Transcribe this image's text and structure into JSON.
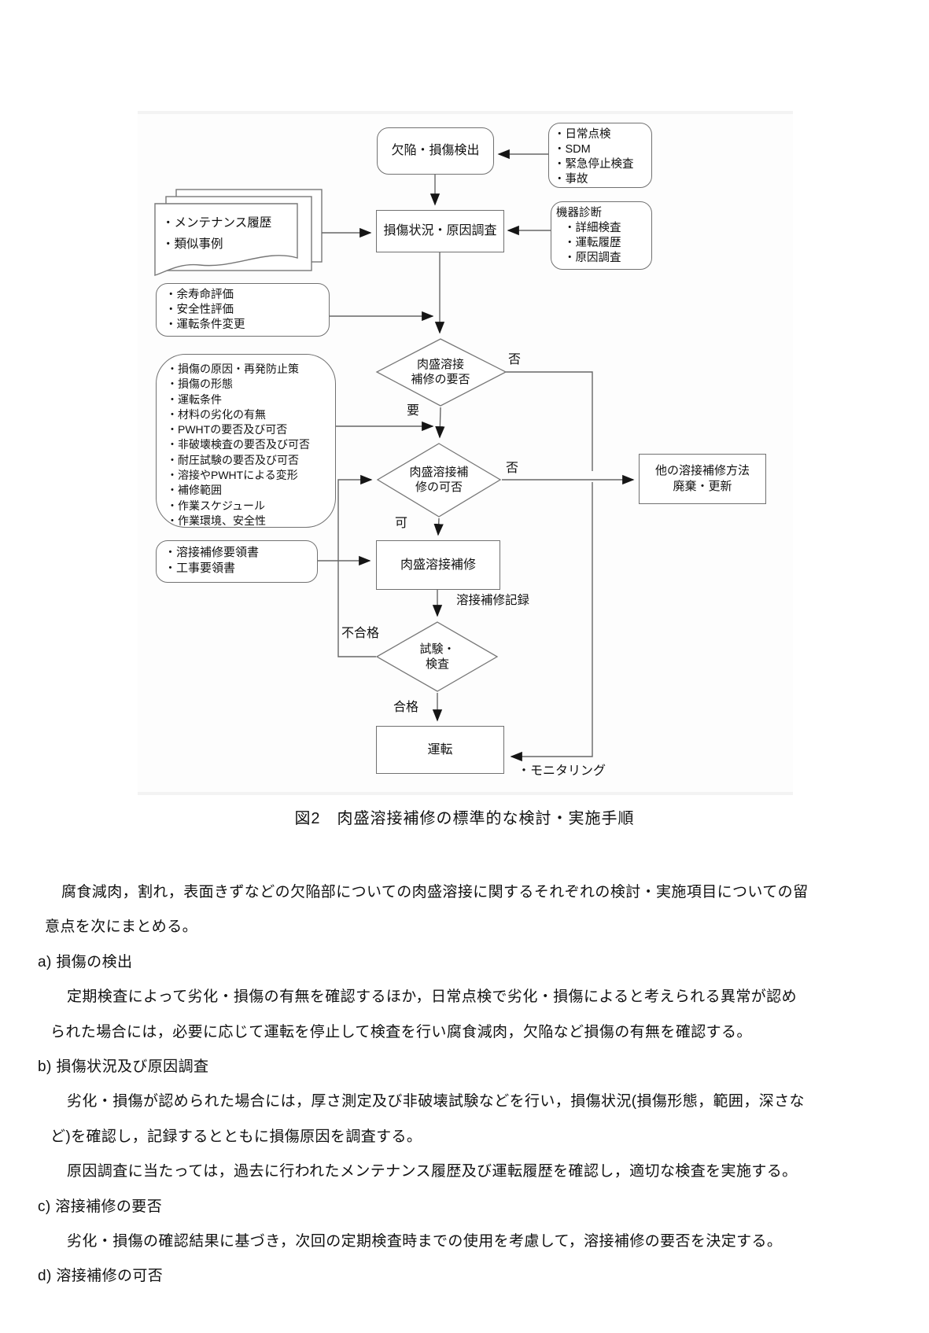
{
  "figure": {
    "caption": "図2　肉盛溶接補修の標準的な検討・実施手順",
    "nodes": {
      "defect_detection": "欠陥・損傷検出",
      "detection_triggers": [
        "・日常点検",
        "・SDM",
        "・緊急停止検査",
        "・事故"
      ],
      "damage_investigation": "損傷状況・原因調査",
      "equipment_diagnosis": [
        "機器診断",
        "・詳細検査",
        "・運転履歴",
        "・原因調査"
      ],
      "reference_docs": [
        "・メンテナンス履歴",
        "・類似事例"
      ],
      "evaluation": [
        "・余寿命評価",
        "・安全性評価",
        "・運転条件変更"
      ],
      "considerations": [
        "・損傷の原因・再発防止策",
        "・損傷の形態",
        "・運転条件",
        "・材料の劣化の有無",
        "・PWHTの要否及び可否",
        "・非破壊検査の要否及び可否",
        "・耐圧試験の要否及び可否",
        "・溶接やPWHTによる変形",
        "・補修範囲",
        "・作業スケジュール",
        "・作業環境、安全性"
      ],
      "repair_need_decision": [
        "肉盛溶接",
        "補修の要否"
      ],
      "repair_feasibility_decision": [
        "肉盛溶接補",
        "修の可否"
      ],
      "other_methods": [
        "他の溶接補修方法",
        "廃棄・更新"
      ],
      "procedure_docs": [
        "・溶接補修要領書",
        "・工事要領書"
      ],
      "overlay_weld_repair": "肉盛溶接補修",
      "test_inspection": [
        "試験・",
        "検査"
      ],
      "operation": "運転"
    },
    "edge_labels": {
      "not_needed": "否",
      "needed": "要",
      "not_feasible": "否",
      "feasible": "可",
      "record": "溶接補修記録",
      "fail": "不合格",
      "pass": "合格",
      "monitoring": "・モニタリング"
    }
  },
  "body": {
    "paragraph_lines": [
      "腐食減肉，割れ，表面きずなどの欠陥部についての肉盛溶接に関するそれぞれの検討・実施項目についての留",
      "意点を次にまとめる。",
      "a) 損傷の検出",
      "定期検査によって劣化・損傷の有無を確認するほか，日常点検で劣化・損傷によると考えられる異常が認め",
      "られた場合には，必要に応じて運転を停止して検査を行い腐食減肉，欠陥など損傷の有無を確認する。",
      "b) 損傷状況及び原因調査",
      "劣化・損傷が認められた場合には，厚さ測定及び非破壊試験などを行い，損傷状況(損傷形態，範囲，深さな",
      "ど)を確認し，記録するとともに損傷原因を調査する。",
      "原因調査に当たっては，過去に行われたメンテナンス履歴及び運転履歴を確認し，適切な検査を実施する。",
      "c) 溶接補修の要否",
      "劣化・損傷の確認結果に基づき，次回の定期検査時までの使用を考慮して，溶接補修の要否を決定する。",
      "d) 溶接補修の可否"
    ]
  }
}
